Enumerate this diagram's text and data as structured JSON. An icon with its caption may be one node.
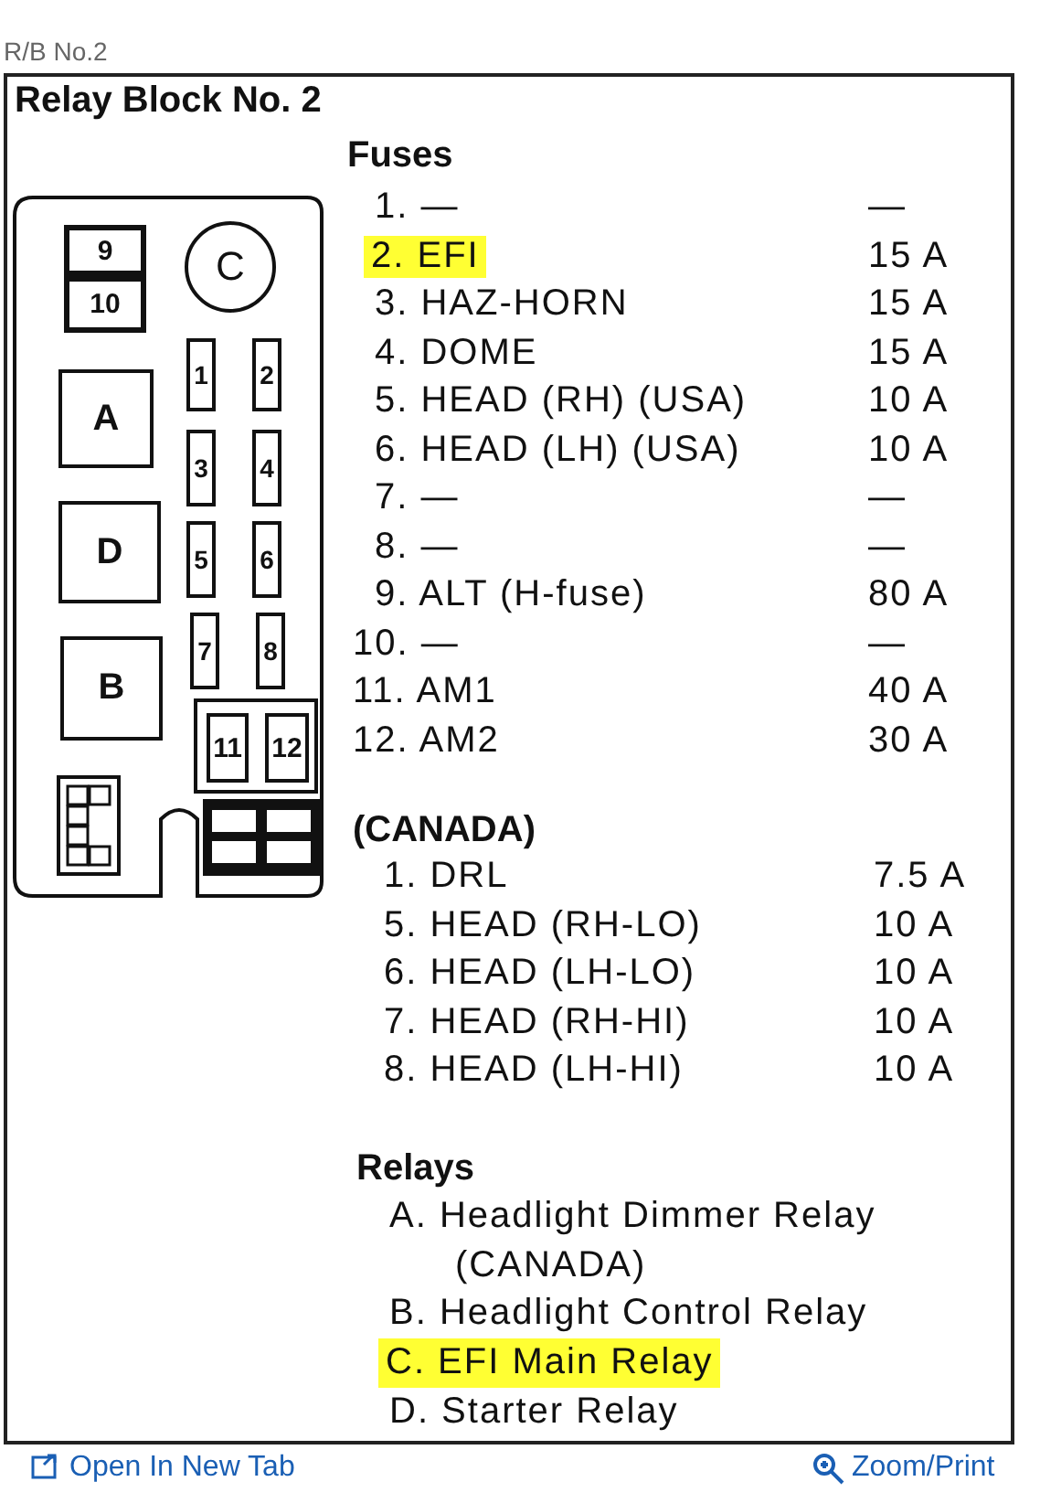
{
  "diagram": {
    "title": "Relay Block No. 2",
    "nodes": [
      {
        "text": [],
        "shape": "box"
      },
      {
        "text": [
          "9"
        ],
        "in": 0
      },
      {
        "text": [
          "10"
        ],
        "in": 0
      },
      {
        "text": [
          "C"
        ],
        "in": 0
      },
      {
        "text": [
          "1"
        ],
        "in": 0
      },
      {
        "text": [
          "2"
        ],
        "in": 0
      },
      {
        "text": [
          "A"
        ],
        "in": 0
      },
      {
        "text": [
          "3"
        ],
        "in": 0
      },
      {
        "text": [
          "4"
        ],
        "in": 0
      },
      {
        "text": [
          "D"
        ],
        "in": 0
      },
      {
        "text": [
          "5"
        ],
        "in": 0
      },
      {
        "text": [
          "6"
        ],
        "in": 0
      },
      {
        "text": [
          "7"
        ],
        "in": 0
      },
      {
        "text": [
          "8"
        ],
        "in": 0
      },
      {
        "text": [
          "B"
        ],
        "in": 0
      },
      {
        "text": [
          "11"
        ],
        "in": 0
      },
      {
        "text": [
          "12"
        ],
        "in": 0
      }
    ],
    "edges": [],
    "labels": [
      "R/B No.2",
      "Fuses",
      "1. —",
      "—",
      "2. EFI",
      "15 A",
      "3. HAZ-HORN",
      "15 A",
      "4. DOME",
      "15 A",
      "5. HEAD (RH) (USA)",
      "10 A",
      "6. HEAD (LH) (USA)",
      "10 A",
      "7. —",
      "—",
      "8. —",
      "—",
      "9. ALT (H-fuse)",
      "80 A",
      "10. —",
      "—",
      "11. AM1",
      "40 A",
      "12. AM2",
      "30 A",
      "(CANADA)",
      "1. DRL",
      "7.5 A",
      "5. HEAD (RH-LO)",
      "10 A",
      "6. HEAD (LH-LO)",
      "10 A",
      "7. HEAD (RH-HI)",
      "10 A",
      "8. HEAD (LH-HI)",
      "10 A",
      "Relays",
      "A. Headlight Dimmer Relay (CANADA)",
      "B. Headlight Control Relay",
      "C. EFI Main Relay",
      "D. Starter Relay",
      "Open In New Tab",
      "Zoom/Print"
    ]
  }
}
